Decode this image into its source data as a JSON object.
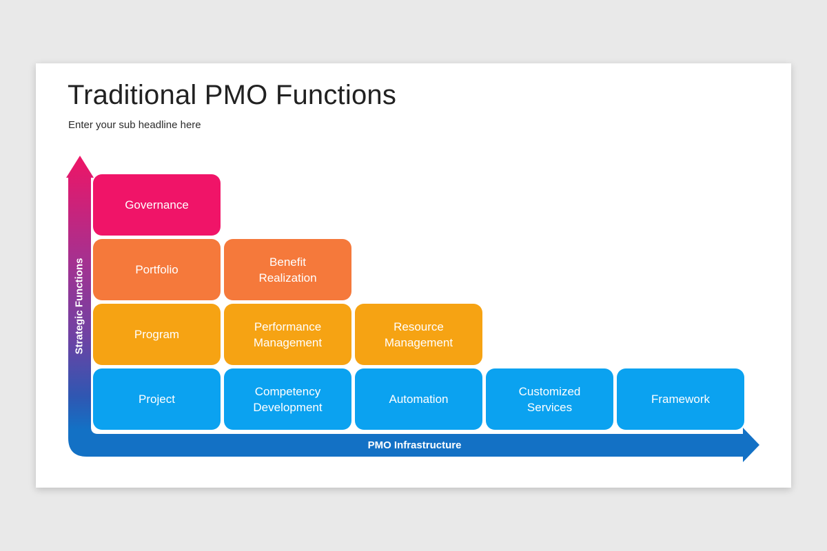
{
  "page": {
    "background_color": "#e9e9e9",
    "card_color": "#ffffff"
  },
  "slide": {
    "title": "Traditional PMO Functions",
    "subtitle": "Enter your sub headline here"
  },
  "diagram": {
    "vertical_axis": {
      "label": "Strategic Functions",
      "gradient": [
        "#EE1566",
        "#A53190",
        "#6F42A3",
        "#2F57B2",
        "#1371C5"
      ]
    },
    "horizontal_axis": {
      "label": "PMO Infrastructure",
      "color": "#1371C5"
    },
    "rows": [
      {
        "name": "governance-row",
        "color": "#F01468",
        "boxes": [
          "Governance"
        ]
      },
      {
        "name": "portfolio-row",
        "color": "#F5793B",
        "boxes": [
          "Portfolio",
          "Benefit Realization"
        ]
      },
      {
        "name": "program-row",
        "color": "#F6A313",
        "boxes": [
          "Program",
          "Performance Management",
          "Resource Management"
        ]
      },
      {
        "name": "project-row",
        "color": "#0BA2F0",
        "boxes": [
          "Project",
          "Competency Development",
          "Automation",
          "Customized Services",
          "Framework"
        ]
      }
    ]
  }
}
